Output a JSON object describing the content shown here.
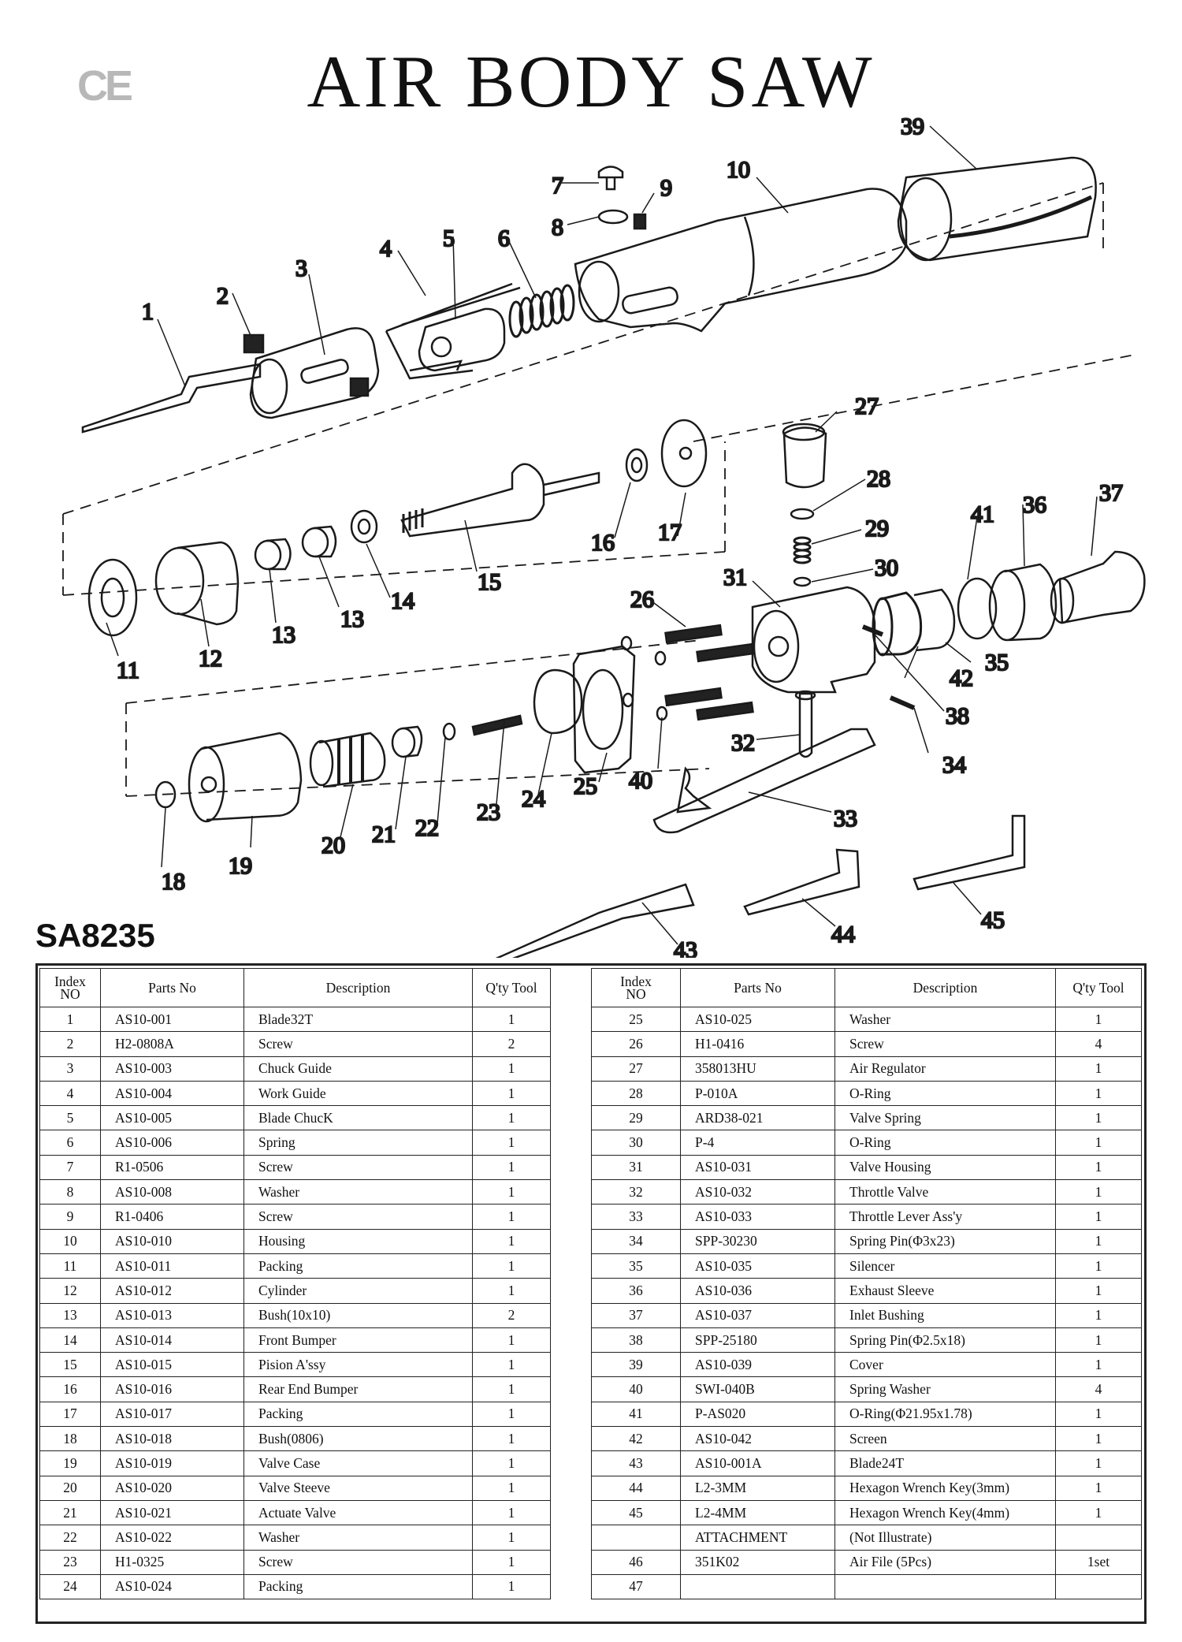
{
  "header": {
    "ce_mark": "CE",
    "title": "AIR BODY SAW",
    "model": "SA8235"
  },
  "diagram_labels": {
    "n1": "1",
    "n2": "2",
    "n3": "3",
    "n4": "4",
    "n5": "5",
    "n6": "6",
    "n7": "7",
    "n8": "8",
    "n9": "9",
    "n10": "10",
    "n11": "11",
    "n12": "12",
    "n13a": "13",
    "n13b": "13",
    "n14": "14",
    "n15": "15",
    "n16": "16",
    "n17": "17",
    "n18": "18",
    "n19": "19",
    "n20": "20",
    "n21": "21",
    "n22": "22",
    "n23": "23",
    "n24": "24",
    "n25": "25",
    "n26": "26",
    "n27": "27",
    "n28": "28",
    "n29": "29",
    "n30": "30",
    "n31": "31",
    "n32": "32",
    "n33": "33",
    "n34": "34",
    "n35": "35",
    "n36": "36",
    "n37": "37",
    "n38": "38",
    "n39": "39",
    "n40": "40",
    "n41": "41",
    "n42": "42",
    "n43": "43",
    "n44": "44",
    "n45": "45"
  },
  "table": {
    "headers": {
      "index": "Index\nNO",
      "parts_no": "Parts No",
      "description": "Description",
      "qty": "Q'ty Tool"
    },
    "left_rows": [
      {
        "index": "1",
        "parts_no": "AS10-001",
        "description": "Blade32T",
        "qty": "1"
      },
      {
        "index": "2",
        "parts_no": "H2-0808A",
        "description": "Screw",
        "qty": "2"
      },
      {
        "index": "3",
        "parts_no": "AS10-003",
        "description": "Chuck Guide",
        "qty": "1"
      },
      {
        "index": "4",
        "parts_no": "AS10-004",
        "description": "Work Guide",
        "qty": "1"
      },
      {
        "index": "5",
        "parts_no": "AS10-005",
        "description": "Blade ChucK",
        "qty": "1"
      },
      {
        "index": "6",
        "parts_no": "AS10-006",
        "description": "Spring",
        "qty": "1"
      },
      {
        "index": "7",
        "parts_no": "R1-0506",
        "description": "Screw",
        "qty": "1"
      },
      {
        "index": "8",
        "parts_no": "AS10-008",
        "description": "Washer",
        "qty": "1"
      },
      {
        "index": "9",
        "parts_no": "R1-0406",
        "description": "Screw",
        "qty": "1"
      },
      {
        "index": "10",
        "parts_no": "AS10-010",
        "description": "Housing",
        "qty": "1"
      },
      {
        "index": "11",
        "parts_no": "AS10-011",
        "description": "Packing",
        "qty": "1"
      },
      {
        "index": "12",
        "parts_no": "AS10-012",
        "description": "Cylinder",
        "qty": "1"
      },
      {
        "index": "13",
        "parts_no": "AS10-013",
        "description": "Bush(10x10)",
        "qty": "2"
      },
      {
        "index": "14",
        "parts_no": "AS10-014",
        "description": "Front Bumper",
        "qty": "1"
      },
      {
        "index": "15",
        "parts_no": "AS10-015",
        "description": "Pision A'ssy",
        "qty": "1"
      },
      {
        "index": "16",
        "parts_no": "AS10-016",
        "description": "Rear End Bumper",
        "qty": "1"
      },
      {
        "index": "17",
        "parts_no": "AS10-017",
        "description": "Packing",
        "qty": "1"
      },
      {
        "index": "18",
        "parts_no": "AS10-018",
        "description": "Bush(0806)",
        "qty": "1"
      },
      {
        "index": "19",
        "parts_no": "AS10-019",
        "description": "Valve Case",
        "qty": "1"
      },
      {
        "index": "20",
        "parts_no": "AS10-020",
        "description": "Valve Steeve",
        "qty": "1"
      },
      {
        "index": "21",
        "parts_no": "AS10-021",
        "description": "Actuate Valve",
        "qty": "1"
      },
      {
        "index": "22",
        "parts_no": "AS10-022",
        "description": "Washer",
        "qty": "1"
      },
      {
        "index": "23",
        "parts_no": "H1-0325",
        "description": "Screw",
        "qty": "1"
      },
      {
        "index": "24",
        "parts_no": "AS10-024",
        "description": "Packing",
        "qty": "1"
      }
    ],
    "right_rows": [
      {
        "index": "25",
        "parts_no": "AS10-025",
        "description": "Washer",
        "qty": "1"
      },
      {
        "index": "26",
        "parts_no": "H1-0416",
        "description": "Screw",
        "qty": "4"
      },
      {
        "index": "27",
        "parts_no": "358013HU",
        "description": "Air Regulator",
        "qty": "1"
      },
      {
        "index": "28",
        "parts_no": "P-010A",
        "description": "O-Ring",
        "qty": "1"
      },
      {
        "index": "29",
        "parts_no": "ARD38-021",
        "description": "Valve Spring",
        "qty": "1"
      },
      {
        "index": "30",
        "parts_no": "P-4",
        "description": "O-Ring",
        "qty": "1"
      },
      {
        "index": "31",
        "parts_no": "AS10-031",
        "description": "Valve Housing",
        "qty": "1"
      },
      {
        "index": "32",
        "parts_no": "AS10-032",
        "description": "Throttle Valve",
        "qty": "1"
      },
      {
        "index": "33",
        "parts_no": "AS10-033",
        "description": "Throttle Lever Ass'y",
        "qty": "1"
      },
      {
        "index": "34",
        "parts_no": "SPP-30230",
        "description": "Spring Pin(Φ3x23)",
        "qty": "1"
      },
      {
        "index": "35",
        "parts_no": "AS10-035",
        "description": "Silencer",
        "qty": "1"
      },
      {
        "index": "36",
        "parts_no": "AS10-036",
        "description": "Exhaust Sleeve",
        "qty": "1"
      },
      {
        "index": "37",
        "parts_no": "AS10-037",
        "description": "Inlet Bushing",
        "qty": "1"
      },
      {
        "index": "38",
        "parts_no": "SPP-25180",
        "description": "Spring Pin(Φ2.5x18)",
        "qty": "1"
      },
      {
        "index": "39",
        "parts_no": "AS10-039",
        "description": "Cover",
        "qty": "1"
      },
      {
        "index": "40",
        "parts_no": "SWI-040B",
        "description": "Spring Washer",
        "qty": "4"
      },
      {
        "index": "41",
        "parts_no": "P-AS020",
        "description": "O-Ring(Φ21.95x1.78)",
        "qty": "1"
      },
      {
        "index": "42",
        "parts_no": "AS10-042",
        "description": "Screen",
        "qty": "1"
      },
      {
        "index": "43",
        "parts_no": "AS10-001A",
        "description": "Blade24T",
        "qty": "1"
      },
      {
        "index": "44",
        "parts_no": "L2-3MM",
        "description": "Hexagon Wrench Key(3mm)",
        "qty": "1"
      },
      {
        "index": "45",
        "parts_no": "L2-4MM",
        "description": "Hexagon Wrench Key(4mm)",
        "qty": "1"
      },
      {
        "index": "",
        "parts_no": "ATTACHMENT",
        "description": "(Not Illustrate)",
        "qty": ""
      },
      {
        "index": "46",
        "parts_no": "351K02",
        "description": "Air File (5Pcs)",
        "qty": "1set"
      },
      {
        "index": "47",
        "parts_no": "",
        "description": "",
        "qty": ""
      }
    ]
  }
}
